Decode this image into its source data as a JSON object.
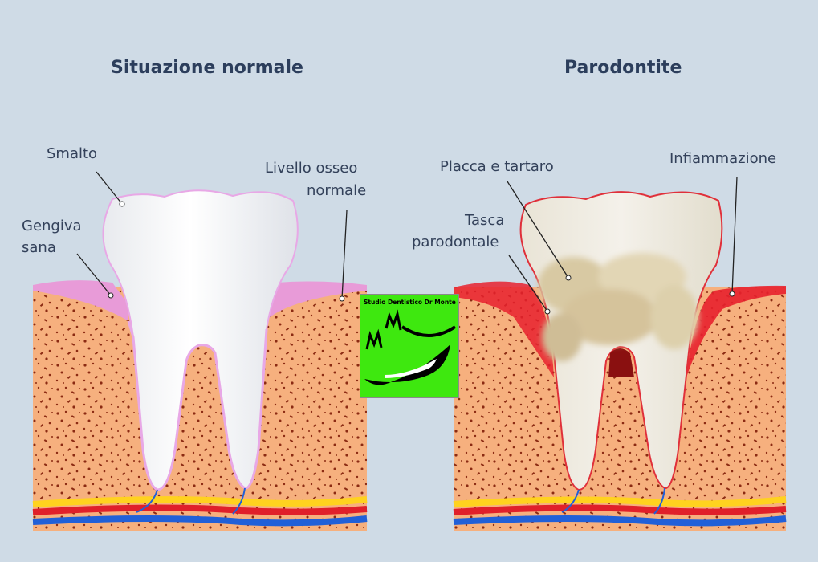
{
  "titles": {
    "left": "Situazione normale",
    "right": "Parodontite"
  },
  "labels": {
    "smalto": "Smalto",
    "gengiva_line1": "Gengiva",
    "gengiva_line2": "sana",
    "livello_line1": "Livello osseo",
    "livello_line2": "normale",
    "placca": "Placca e tartaro",
    "tasca_line1": "Tasca",
    "tasca_line2": "parodontale",
    "infiammazione": "Infiammazione"
  },
  "logo": {
    "text": "Studio Dentistico Dr Monte",
    "monogram": "MM"
  },
  "colors": {
    "background": "#cfdbe6",
    "bone": "#f6b07e",
    "bone_pores": "#8b2a12",
    "healthy_gum": "#e89bd8",
    "inflamed_gum": "#e8212e",
    "enamel": "#ffffff",
    "plaque": "#e6dcc0",
    "nerve": "#ffd21f",
    "artery": "#e0202a",
    "vein": "#2160d8",
    "logo_bg": "#3ee80f"
  }
}
